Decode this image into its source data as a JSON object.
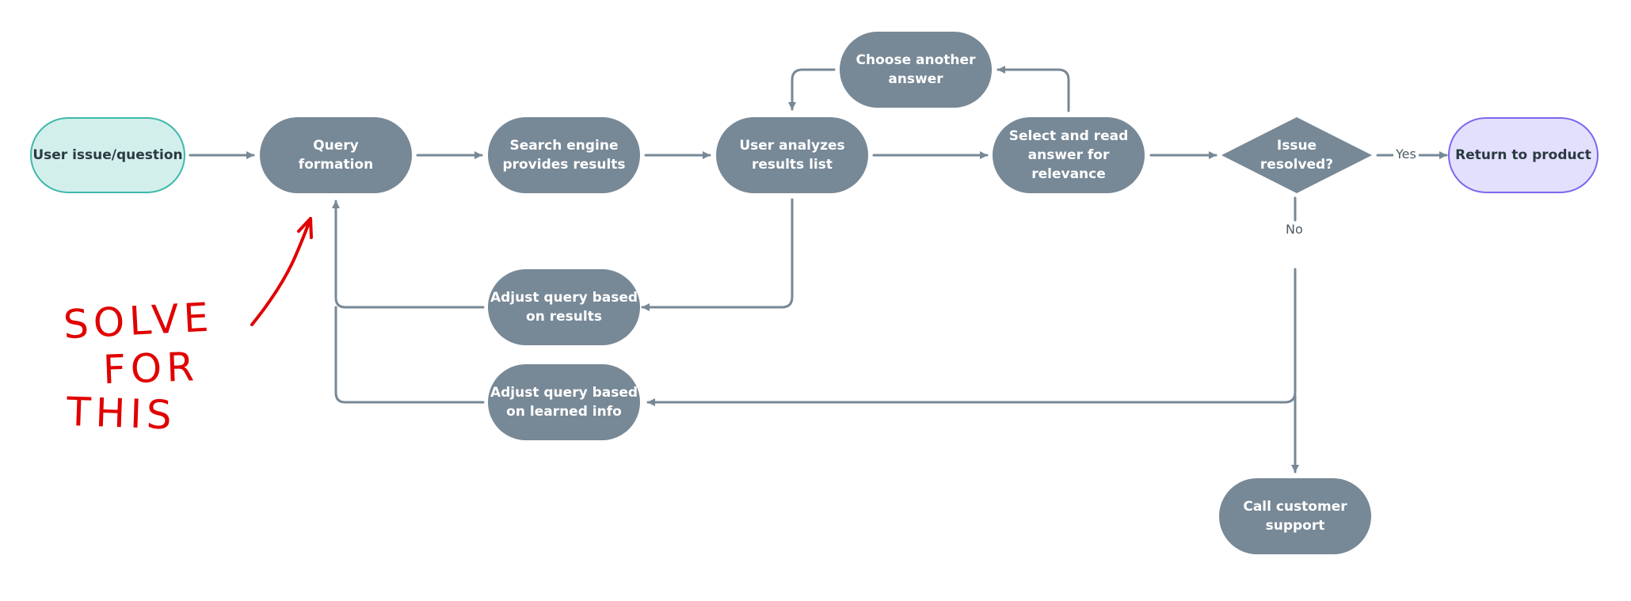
{
  "colors": {
    "node_fill": "#778896",
    "node_text": "#ffffff",
    "start_fill": "#d3efec",
    "start_border": "#3fb8aa",
    "end_fill": "#e3e0fd",
    "end_border": "#7b68ee",
    "edge": "#778896",
    "annotation": "#e00000"
  },
  "nodes": {
    "start": "User issue/question",
    "query_formation": "Query\nformation",
    "search_engine": "Search engine\nprovides results",
    "analyze": "User analyzes\nresults list",
    "choose_another": "Choose another\nanswer",
    "select_read": "Select and read\nanswer for relevance",
    "decision": "Issue\nresolved?",
    "return": "Return to product",
    "adjust_results": "Adjust query based\non results",
    "adjust_learned": "Adjust query based\non learned info",
    "support": "Call customer\nsupport"
  },
  "edge_labels": {
    "yes": "Yes",
    "no": "No"
  },
  "annotation": {
    "lines": [
      "SOLVE",
      "FOR",
      "THIS"
    ]
  }
}
